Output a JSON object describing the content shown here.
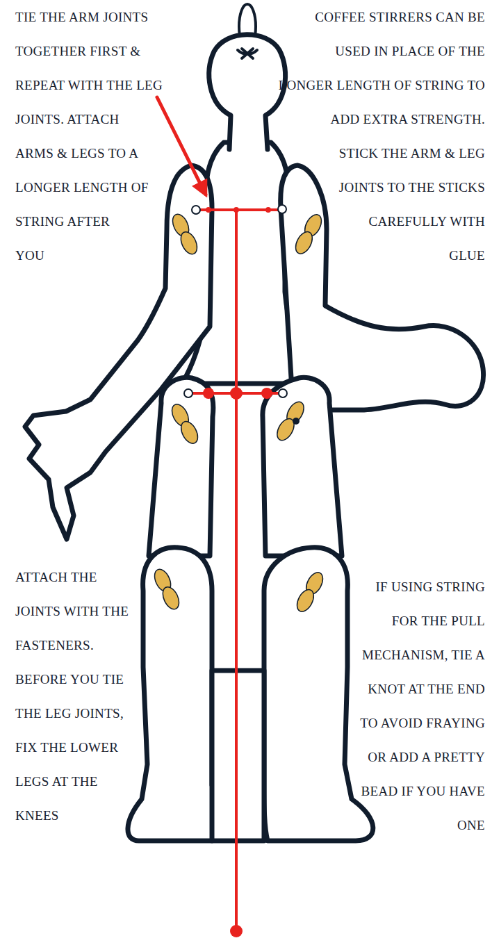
{
  "diagram": {
    "labels": [
      "TIE THE ARM JOINTS TOGETHER FIRST & REPEAT WITH THE LEG JOINTS. ATTACH ARMS & LEGS TO A LONGER LENGTH OF STRING AFTER YOU",
      "COFFEE STIRRERS CAN BE USED IN PLACE OF THE LONGER LENGTH OF STRING TO ADD EXTRA STRENGTH. STICK THE ARM & LEG JOINTS TO THE STICKS CAREFULLY WITH GLUE",
      "ATTACH THE JOINTS WITH THE FASTENERS. BEFORE YOU TIE THE LEG JOINTS, FIX THE LOWER LEGS AT THE KNEES",
      "IF USING STRING FOR THE PULL MECHANISM, TIE A KNOT AT THE END TO AVOID FRAYING OR ADD A PRETTY BEAD IF YOU HAVE ONE"
    ]
  }
}
